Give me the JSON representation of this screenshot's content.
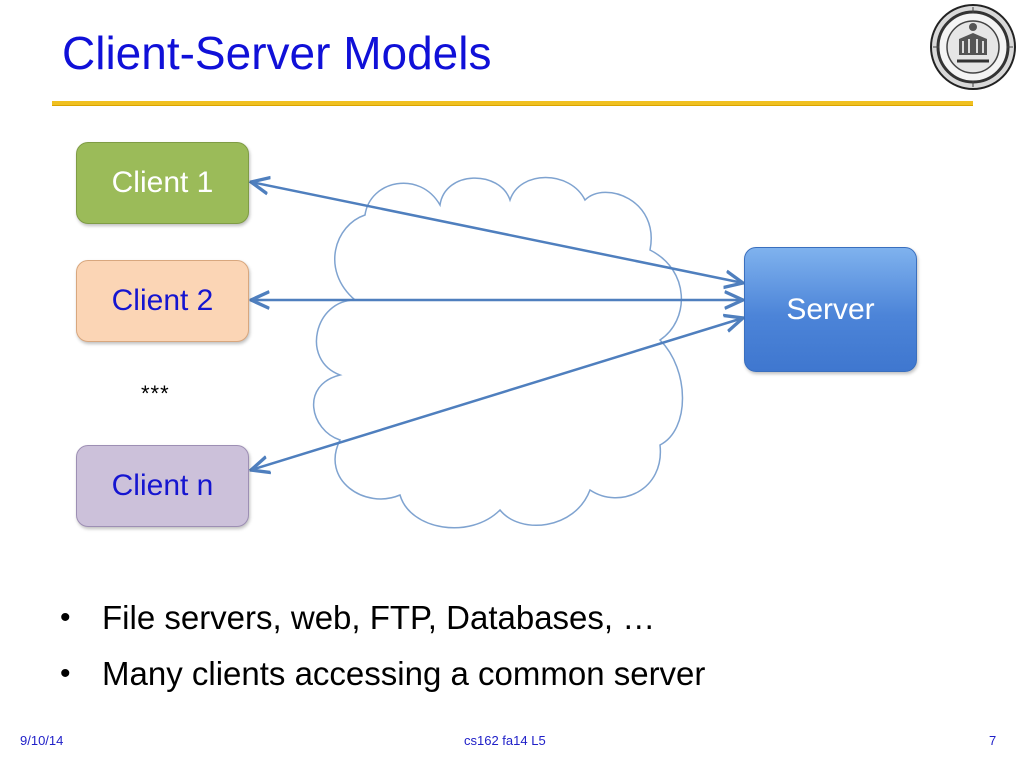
{
  "slide": {
    "title": "Client-Server Models"
  },
  "diagram": {
    "client1": "Client 1",
    "client2": "Client 2",
    "ellipsis": "***",
    "clientn": "Client n",
    "server": "Server",
    "colors": {
      "client1": "#9bbb59",
      "client2": "#fbd5b5",
      "clientn": "#ccc1da",
      "server": "#4f86d9",
      "arrow": "#4f7fbe",
      "title": "#1010d8",
      "rule": "#f0c020"
    }
  },
  "bullets": [
    "File servers, web, FTP, Databases, …",
    "Many clients accessing a common server"
  ],
  "footer": {
    "date": "9/10/14",
    "course": "cs162 fa14 L5",
    "page": "7"
  },
  "icons": {
    "seal": "university-seal-icon",
    "cloud": "network-cloud-icon"
  }
}
